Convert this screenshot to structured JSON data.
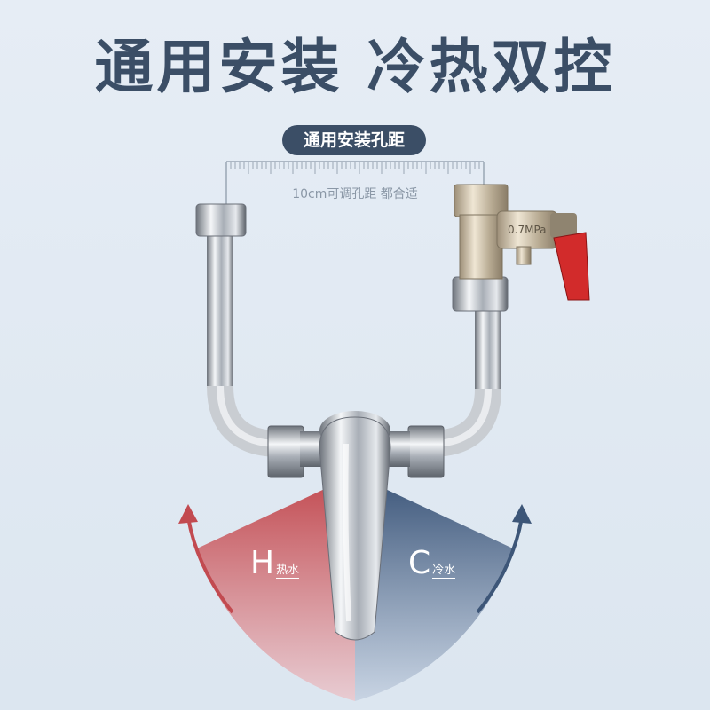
{
  "headline": "通用安装 冷热双控",
  "ruler": {
    "badge": "通用安装孔距",
    "caption": "10cm可调孔距 都合适"
  },
  "valve_marking": "0.7MPa",
  "hot": {
    "letter": "H",
    "text": "热水",
    "color": "#b84a4f"
  },
  "cold": {
    "letter": "C",
    "text": "冷水",
    "color": "#3d5678"
  },
  "colors": {
    "headline": "#3b4e66",
    "background": "#e1e9f2",
    "handle": "#d22b2b"
  }
}
